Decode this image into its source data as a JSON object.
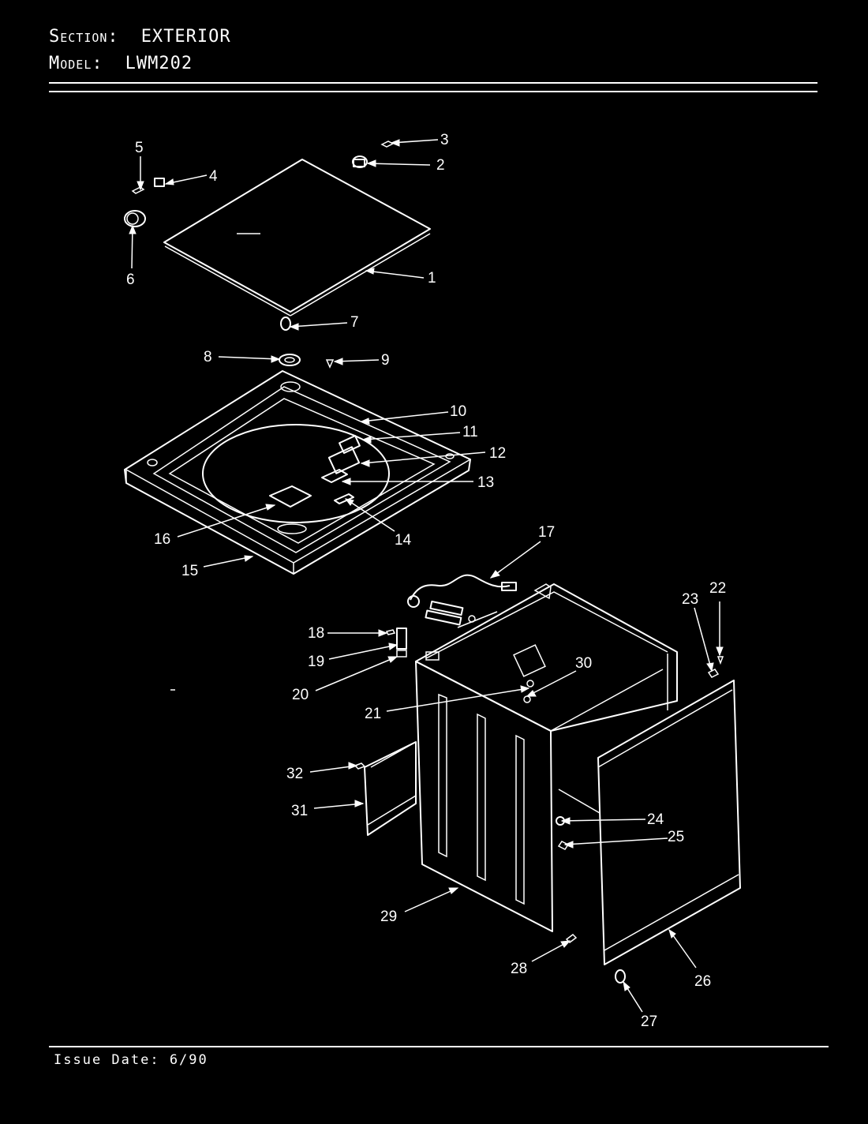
{
  "header": {
    "section_label": "Section:",
    "section_value": "EXTERIOR",
    "model_label": "Model:",
    "model_value": "LWM202"
  },
  "footer": {
    "issue_date": "Issue Date: 6/90"
  },
  "callouts": [
    "1",
    "2",
    "3",
    "4",
    "5",
    "6",
    "7",
    "8",
    "9",
    "10",
    "11",
    "12",
    "13",
    "14",
    "15",
    "16",
    "17",
    "18",
    "19",
    "20",
    "21",
    "22",
    "23",
    "24",
    "25",
    "26",
    "27",
    "28",
    "29",
    "30",
    "31",
    "32"
  ],
  "colors": {
    "background": "#000000",
    "lines": "#ffffff"
  }
}
